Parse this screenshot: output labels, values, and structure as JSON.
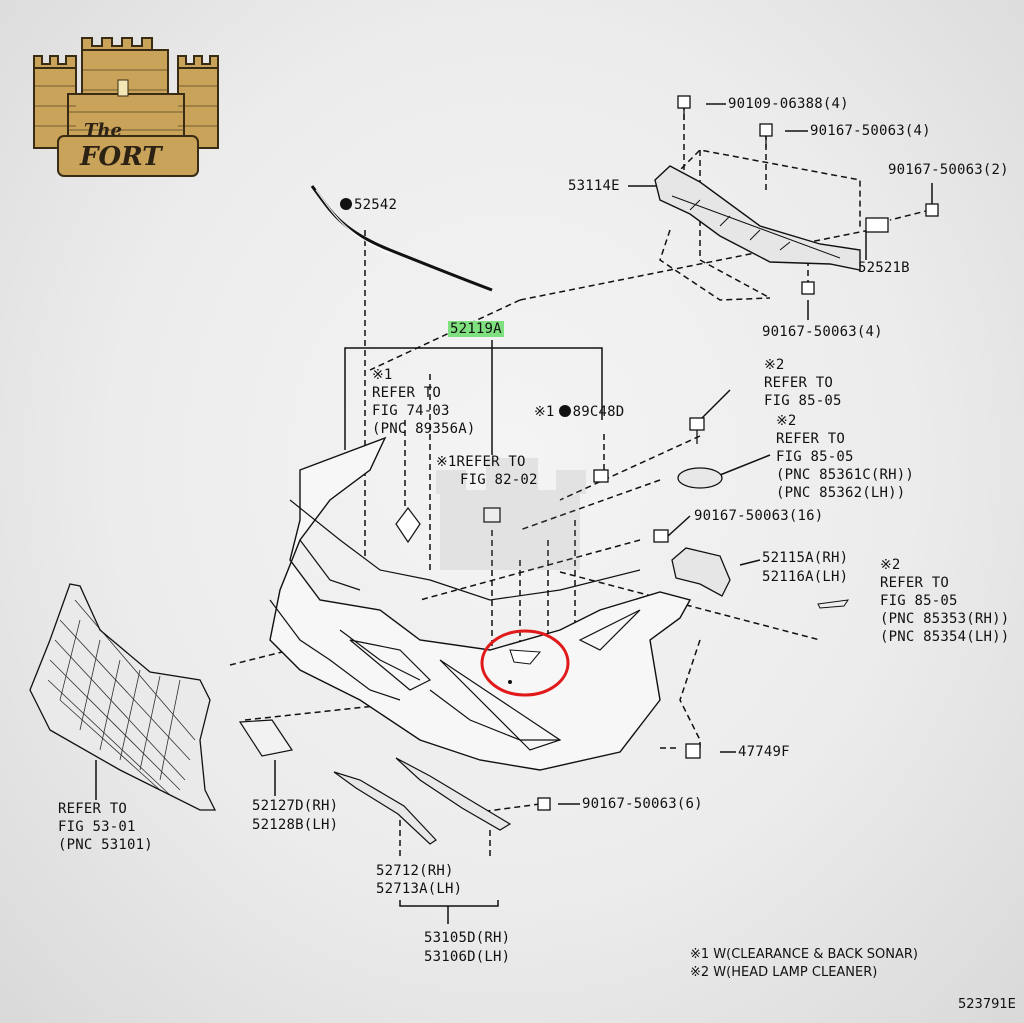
{
  "logo": {
    "brand_line1": "The",
    "brand_line2": "FORT"
  },
  "callouts": {
    "p90109": "90109-06388(4)",
    "p90167_a": "90167-50063(4)",
    "p90167_b": "90167-50063(2)",
    "p53114": "53114E",
    "p52521": "52521B",
    "p90167_c": "90167-50063(4)",
    "p52542": "52542",
    "p52119": "52119A",
    "p89c48": "89C48D",
    "p89c48_mark": "※1",
    "p90167_d": "90167-50063(16)",
    "p52115": "52115A(RH)",
    "p52116": "52116A(LH)",
    "p47749": "47749F",
    "p90167_e": "90167-50063(6)",
    "p52127": "52127D(RH)",
    "p52128": "52128B(LH)",
    "p52712": "52712(RH)",
    "p52713": "52713A(LH)",
    "p53105": "53105D(RH)",
    "p53106": "53106D(LH)"
  },
  "refs": {
    "ref_74_03": [
      "※1",
      "REFER TO",
      "FIG 74-03",
      "(PNC 89356A)"
    ],
    "ref_82_02": [
      "※1REFER TO",
      "FIG 82-02"
    ],
    "ref_85_05_a": [
      "※2",
      "REFER TO",
      "FIG 85-05"
    ],
    "ref_85_05_b": [
      "※2",
      "REFER TO",
      "FIG 85-05",
      "(PNC 85361C(RH))",
      "(PNC 85362(LH))"
    ],
    "ref_85_05_c": [
      "※2",
      "REFER TO",
      "FIG 85-05",
      "(PNC 85353(RH))",
      "(PNC 85354(LH))"
    ],
    "ref_53_01": [
      "REFER TO",
      "FIG 53-01",
      "(PNC 53101)"
    ]
  },
  "footnotes": {
    "note1": "※1 W(CLEARANCE & BACK SONAR)",
    "note2": "※2 W(HEAD LAMP CLEANER)",
    "fig_id": "523791E"
  },
  "colors": {
    "line": "#111111",
    "highlight": "#7fe07f",
    "circle": "#e0191b",
    "logo_brick": "#c9a35a",
    "logo_dark": "#3a2c14"
  }
}
